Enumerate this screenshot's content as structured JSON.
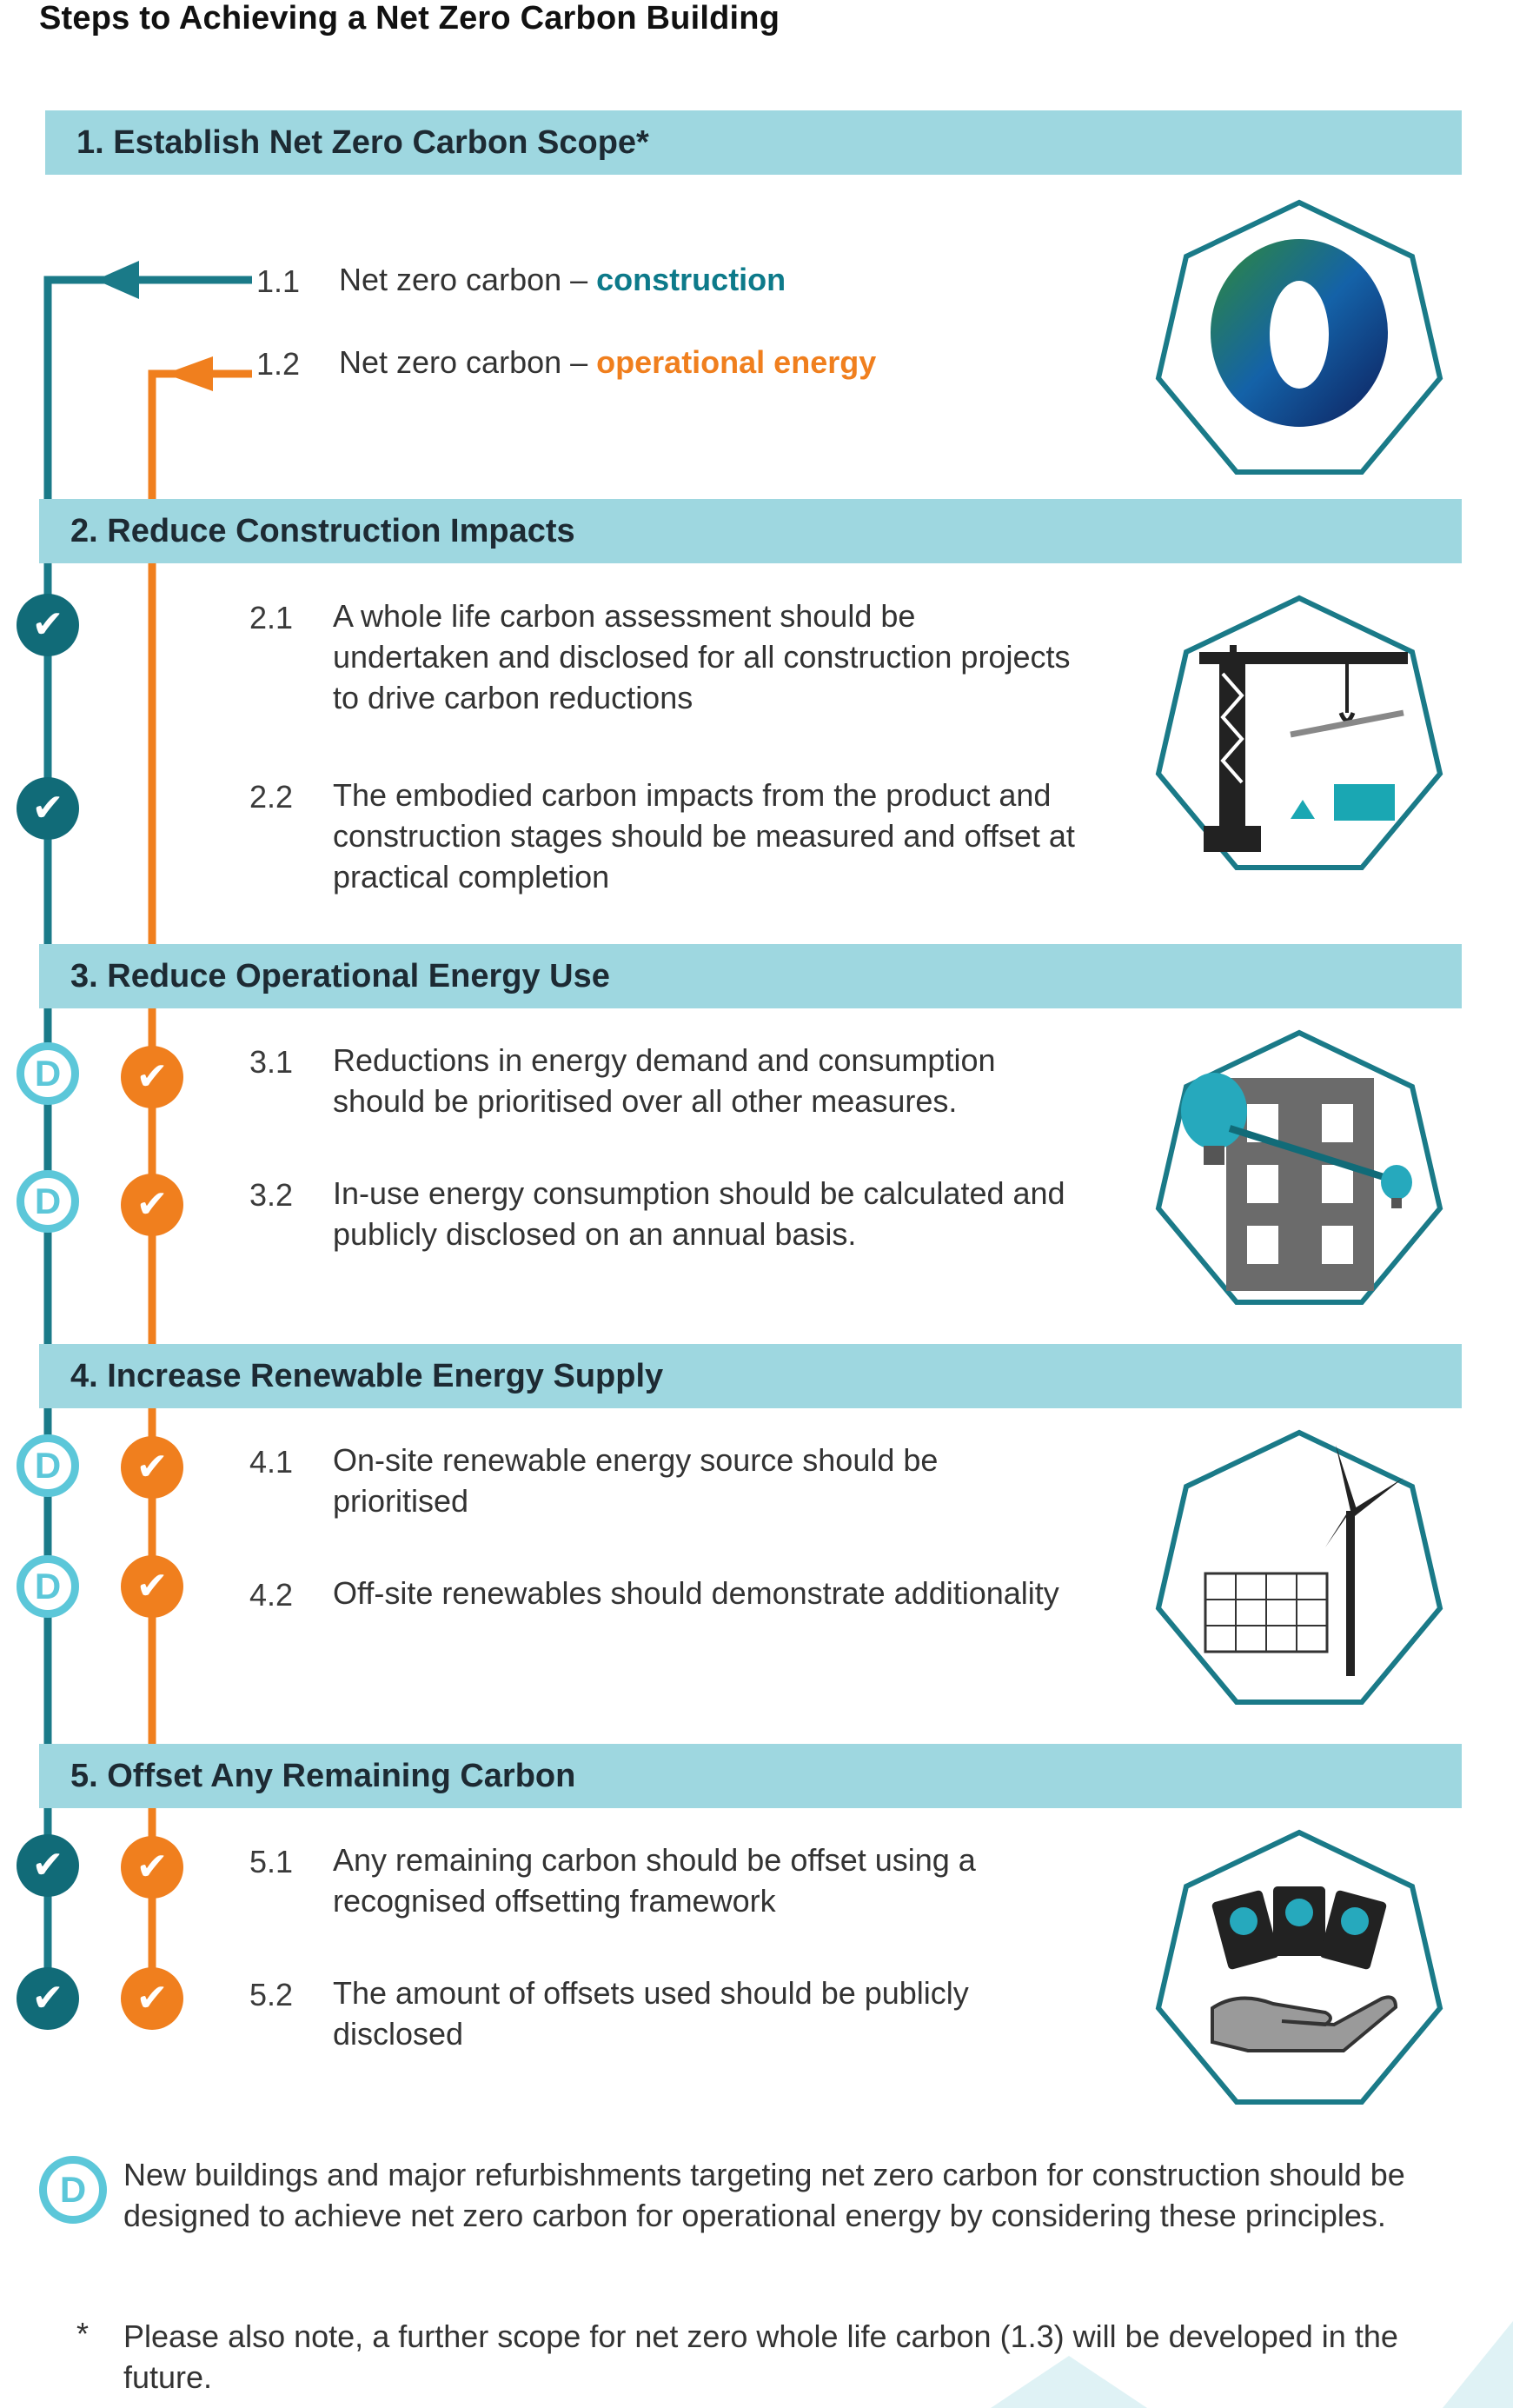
{
  "title": "Steps to Achieving a Net Zero Carbon Building",
  "steps": [
    {
      "heading": "1. Establish Net Zero Carbon Scope*",
      "items": [
        {
          "num": "1.1",
          "text": "Net zero carbon – ",
          "highlight": "construction"
        },
        {
          "num": "1.2",
          "text": "Net zero carbon – ",
          "highlight": "operational energy"
        }
      ]
    },
    {
      "heading": "2. Reduce Construction Impacts",
      "items": [
        {
          "num": "2.1",
          "lines": [
            "A whole life carbon assessment should be",
            "undertaken and disclosed for all construction projects",
            "to drive carbon reductions"
          ]
        },
        {
          "num": "2.2",
          "lines": [
            "The embodied carbon impacts from the product and",
            "construction stages should be measured and offset at",
            "practical completion"
          ]
        }
      ]
    },
    {
      "heading": "3. Reduce Operational Energy Use",
      "items": [
        {
          "num": "3.1",
          "lines": [
            "Reductions in energy demand and consumption",
            "should be prioritised over all other measures."
          ]
        },
        {
          "num": "3.2",
          "lines": [
            "In-use energy consumption should be calculated and",
            "publicly disclosed on an annual basis."
          ]
        }
      ]
    },
    {
      "heading": "4. Increase Renewable Energy Supply",
      "items": [
        {
          "num": "4.1",
          "lines": [
            "On-site renewable energy source should be",
            "prioritised"
          ]
        },
        {
          "num": "4.2",
          "lines": [
            "Off-site renewables should demonstrate additionality"
          ]
        }
      ]
    },
    {
      "heading": "5. Offset Any Remaining Carbon",
      "items": [
        {
          "num": "5.1",
          "lines": [
            "Any remaining carbon should be offset using a",
            "recognised offsetting framework"
          ]
        },
        {
          "num": "5.2",
          "lines": [
            "The amount of offsets used should be publicly",
            "disclosed"
          ]
        }
      ]
    }
  ],
  "legend": {
    "badge": "D",
    "text": "New buildings and major refurbishments targeting net zero carbon for construction should be designed to achieve net zero carbon for operational energy by considering these principles."
  },
  "note": {
    "marker": "*",
    "text": "Please also note, a further scope for net zero whole life carbon (1.3) will be developed in the future."
  },
  "badges": {
    "check": "✔",
    "design": "D"
  },
  "icons": [
    "net-zero-logo-icon",
    "crane-icon",
    "energy-building-icon",
    "renewables-icon",
    "offset-certificates-icon"
  ],
  "colors": {
    "band": "#9ed7e0",
    "teal_dark": "#116b78",
    "teal_line": "#1a7a88",
    "orange": "#f07f1e",
    "design_blue": "#5cc7d9",
    "highlight_teal": "#0d7a8a"
  }
}
